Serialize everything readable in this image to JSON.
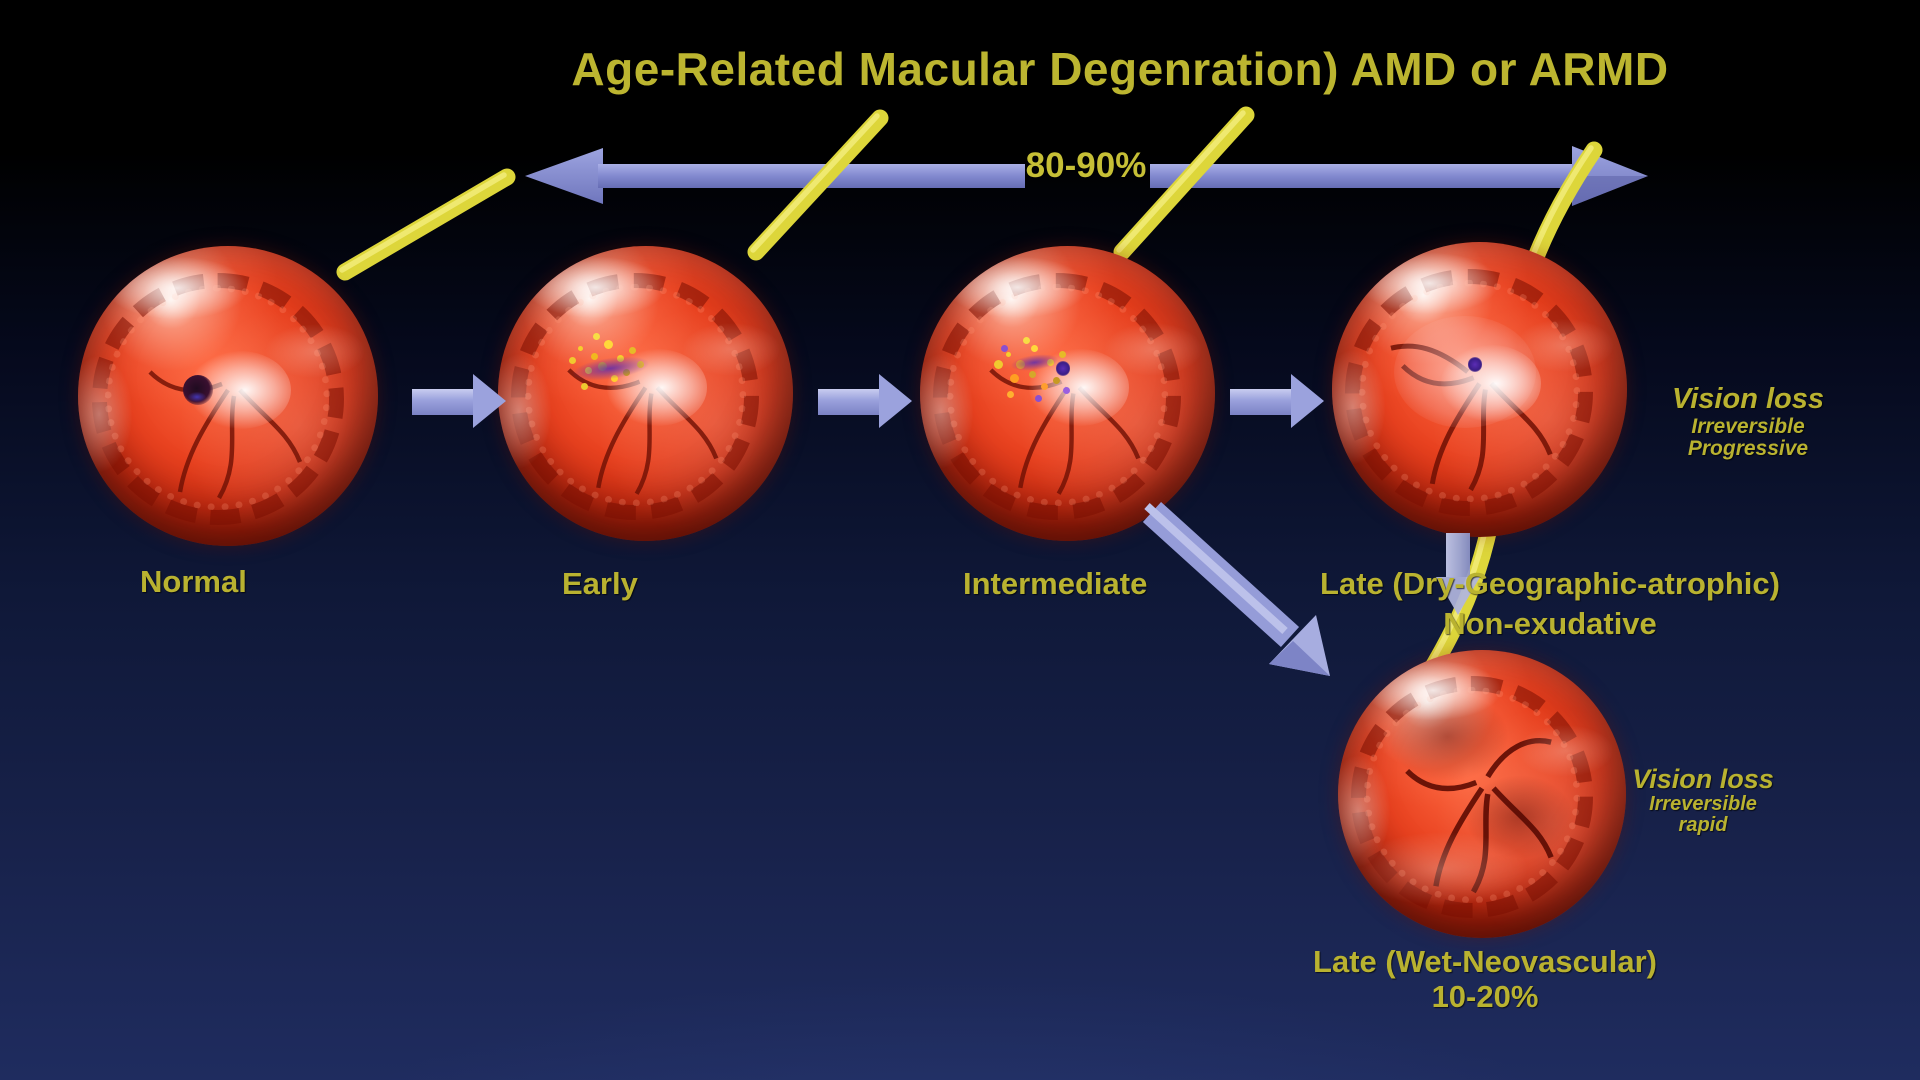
{
  "title": "Age-Related Macular Degenration) AMD or ARMD",
  "prevalence_arrow": {
    "label": "80-90%"
  },
  "stages": [
    {
      "id": "normal",
      "label": "Normal"
    },
    {
      "id": "early",
      "label": "Early"
    },
    {
      "id": "intermediate",
      "label": "Intermediate"
    },
    {
      "id": "late-dry",
      "label": "Late (Dry-Geographic-atrophic)",
      "sublabel": "Non-exudative"
    },
    {
      "id": "late-wet",
      "label": "Late (Wet-Neovascular)",
      "sublabel": "10-20%"
    }
  ],
  "notes": [
    {
      "id": "dry-note",
      "title": "Vision loss",
      "lines": [
        "Irreversible",
        "Progressive"
      ]
    },
    {
      "id": "wet-note",
      "title": "Vision loss",
      "lines": [
        "Irreversible",
        "rapid"
      ]
    }
  ],
  "colors": {
    "background_top": "#000000",
    "background_bottom": "#1f2c5f",
    "text_yellow": "#b9b230",
    "arrow_purple": "#8289cf",
    "arrow_light": "#9ba2dd",
    "path_yellow": "#ded73a",
    "eye_red": "#d93317"
  }
}
